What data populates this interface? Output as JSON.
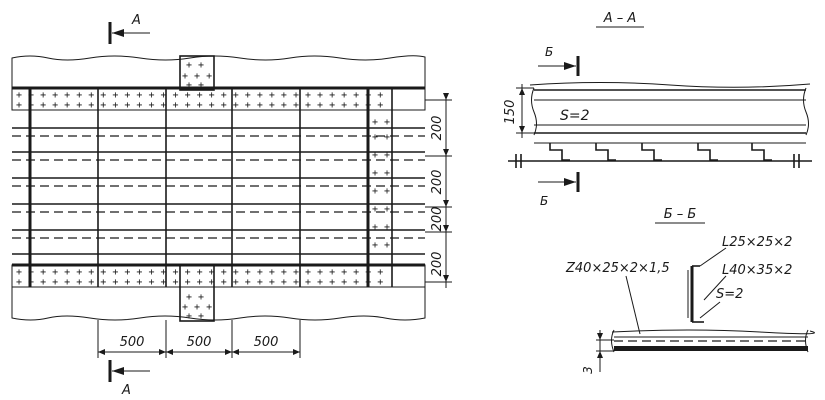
{
  "plan": {
    "section_arrow_label": "A",
    "row_pitch_labels": [
      "200",
      "200",
      "200",
      "200"
    ],
    "column_pitch_labels": [
      "500",
      "500",
      "500"
    ]
  },
  "section_aa": {
    "title": "A – A",
    "height_label": "150",
    "thickness_label": "S=2",
    "cut_label": "Б"
  },
  "section_bb": {
    "title": "Б – Б",
    "angle_top_label": "L25×25×2",
    "zee_label": "Z40×25×2×1,5",
    "angle_bottom_label": "L40×35×2",
    "thickness_label": "S=2",
    "gap_label": "3"
  }
}
